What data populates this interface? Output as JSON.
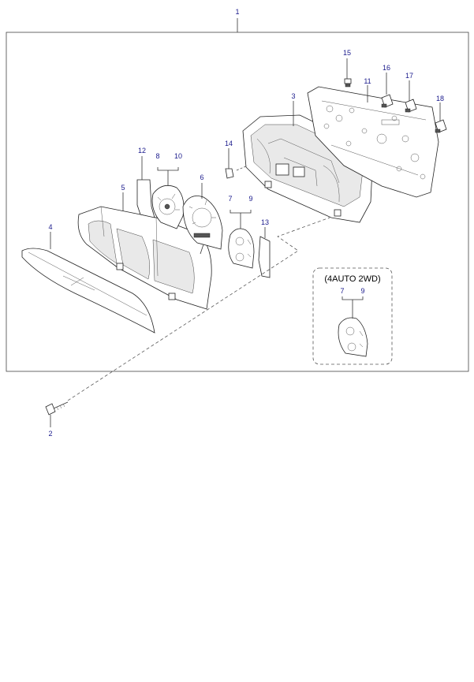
{
  "diagram": {
    "callouts": {
      "c1": "1",
      "c2": "2",
      "c3": "3",
      "c4": "4",
      "c5": "5",
      "c6": "6",
      "c7": "7",
      "c8": "8",
      "c9": "9",
      "c10": "10",
      "c11": "11",
      "c12": "12",
      "c13": "13",
      "c14": "14",
      "c15": "15",
      "c16": "16",
      "c17": "17",
      "c18": "18",
      "v7": "7",
      "v9": "9"
    },
    "variant_label": "(4AUTO 2WD)",
    "colors": {
      "callout": "#1a1a8c",
      "line": "#333333",
      "frame": "#444444"
    }
  }
}
